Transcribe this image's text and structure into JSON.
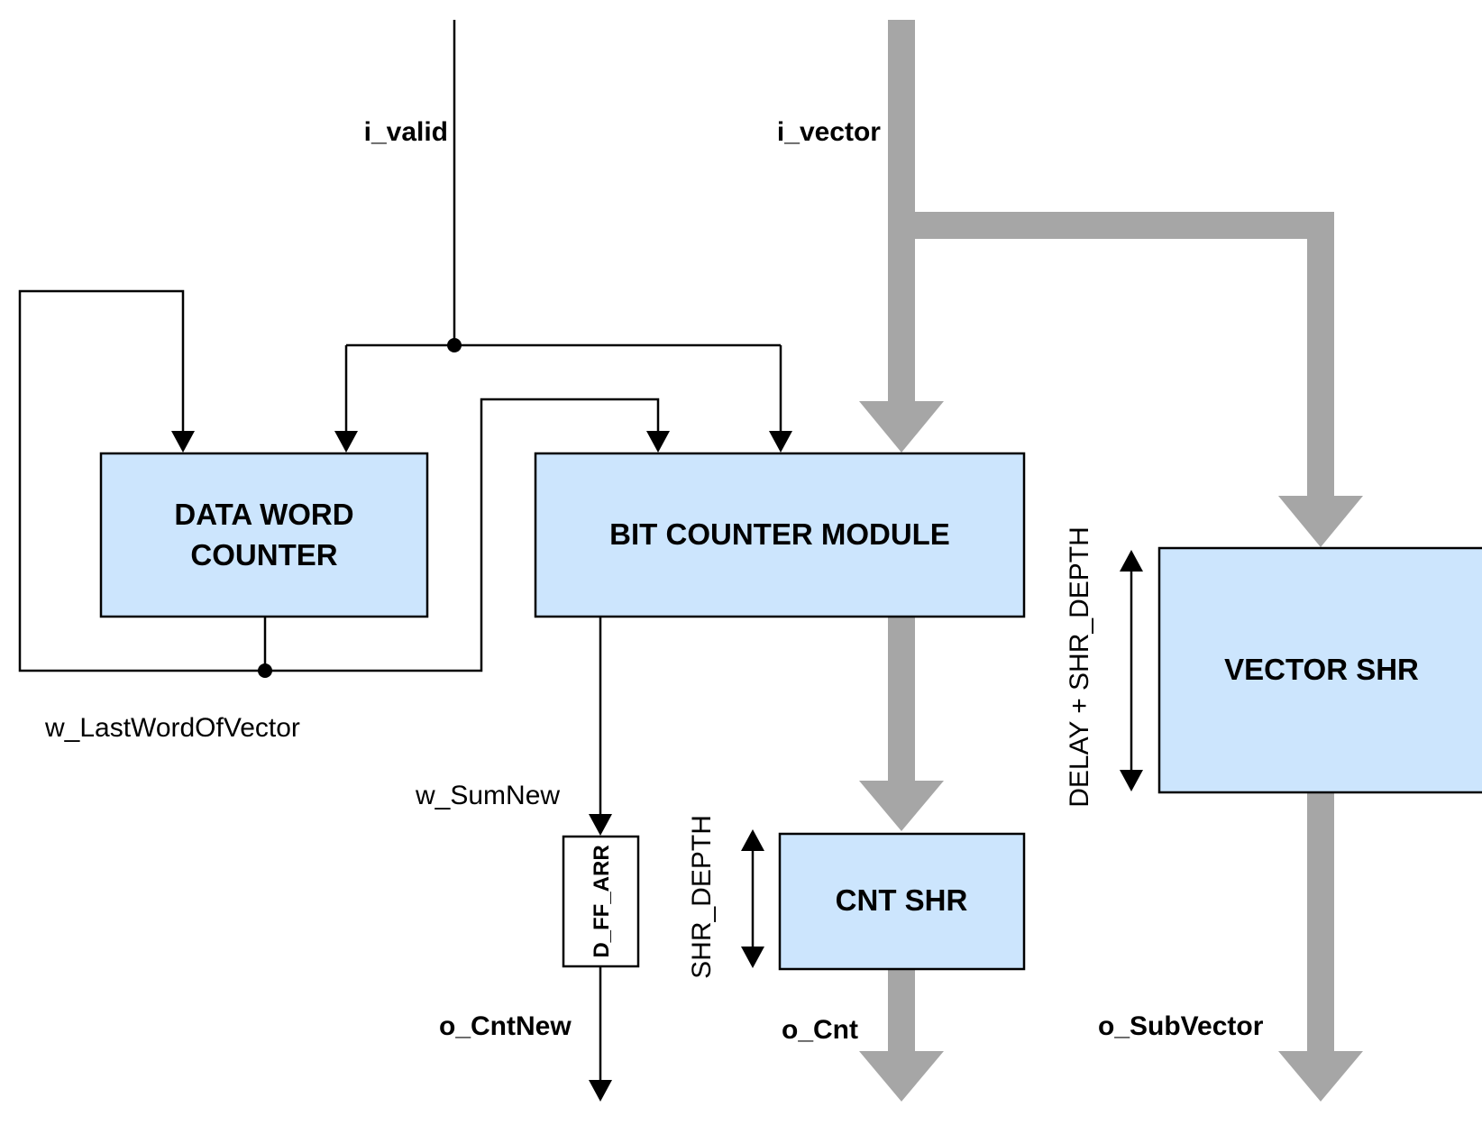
{
  "blocks": {
    "data_word_counter": [
      "DATA WORD",
      "COUNTER"
    ],
    "bit_counter": "BIT COUNTER MODULE",
    "vector_shr": "VECTOR SHR",
    "cnt_shr": "CNT SHR",
    "d_ff_arr": "D_FF_ARR"
  },
  "signals": {
    "i_valid": "i_valid",
    "i_vector": "i_vector",
    "w_last_word": "w_LastWordOfVector",
    "w_sum_new": "w_SumNew",
    "o_cnt_new": "o_CntNew",
    "o_cnt": "o_Cnt",
    "o_subvector": "o_SubVector"
  },
  "dimensions": {
    "shr_depth": "SHR_DEPTH",
    "delay_shr_depth": "DELAY + SHR_DEPTH"
  },
  "colors": {
    "block_fill": "#cce5fd",
    "bus": "#a6a6a6",
    "wire": "#000000"
  }
}
